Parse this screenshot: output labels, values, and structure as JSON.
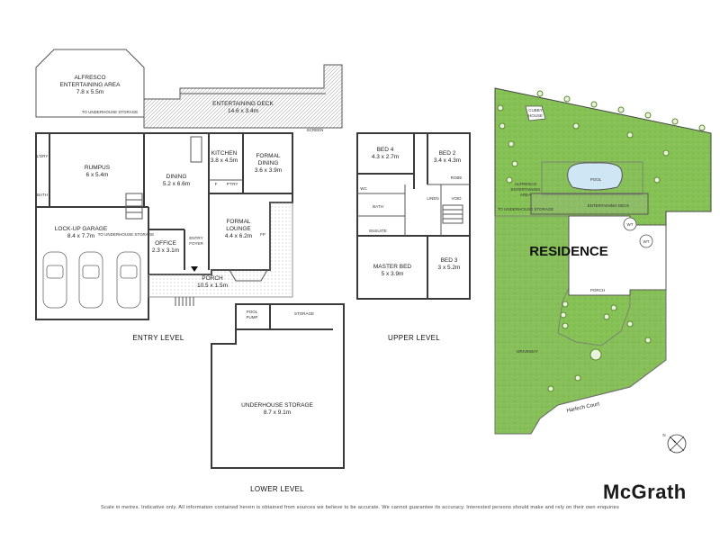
{
  "entry_level": {
    "label": "ENTRY LEVEL",
    "rooms": [
      {
        "id": "alfresco",
        "name": "ALFRESCO",
        "sub": "ENTERTAINING AREA",
        "dim": "7.8 x 5.5m"
      },
      {
        "id": "entertaining-deck",
        "name": "ENTERTAINING DECK",
        "dim": "14.6 x 3.4m"
      },
      {
        "id": "rumpus",
        "name": "RUMPUS",
        "dim": "6 x 5.4m"
      },
      {
        "id": "dining",
        "name": "DINING",
        "dim": "5.2 x 6.6m"
      },
      {
        "id": "kitchen",
        "name": "KITCHEN",
        "dim": "3.8 x 4.5m"
      },
      {
        "id": "formal-dining",
        "name": "FORMAL",
        "sub": "DINING",
        "dim": "3.6 x 3.9m"
      },
      {
        "id": "formal-lounge",
        "name": "FORMAL",
        "sub": "LOUNGE",
        "dim": "4.4 x 6.2m"
      },
      {
        "id": "lockup-garage",
        "name": "LOCK-UP GARAGE",
        "dim": "8.4 x 7.7m"
      },
      {
        "id": "office",
        "name": "OFFICE",
        "dim": "2.3 x 3.1m"
      },
      {
        "id": "porch",
        "name": "PORCH",
        "dim": "10.5 x 1.5m"
      }
    ],
    "small_labels": {
      "to_underhouse_storage": "TO UNDERHOUSE STORAGE",
      "to_underhouse_storage_2": "TO UNDERHOUSE STORAGE",
      "ldry": "L'DRY",
      "bath": "BATH",
      "entry": "ENTRY",
      "foyer": "FOYER",
      "f": "F",
      "ptry": "P'TRY",
      "fp": "FP",
      "screen": "SCREEN"
    }
  },
  "upper_level": {
    "label": "UPPER LEVEL",
    "rooms": [
      {
        "id": "bed4",
        "name": "BED 4",
        "dim": "4.3 x 2.7m"
      },
      {
        "id": "bed2",
        "name": "BED 2",
        "dim": "3.4 x 4.3m"
      },
      {
        "id": "master-bed",
        "name": "MASTER BED",
        "dim": "5 x 3.9m"
      },
      {
        "id": "bed3",
        "name": "BED 3",
        "dim": "3 x 5.2m"
      }
    ],
    "small_labels": {
      "wc": "WC",
      "bath": "BATH",
      "ensuite": "ENSUITE",
      "linen": "LINEN",
      "void": "VOID",
      "robe": "ROBE"
    }
  },
  "lower_level": {
    "label": "LOWER LEVEL",
    "rooms": [
      {
        "id": "underhouse-storage",
        "name": "UNDERHOUSE STORAGE",
        "dim": "8.7 x 9.1m"
      }
    ],
    "small_labels": {
      "pool": "POOL",
      "pump": "PUMP",
      "storage": "STORAGE"
    }
  },
  "site_plan": {
    "labels": {
      "cubby_house": "CUBBY HOUSE",
      "cubby": "CUBBY",
      "house": "HOUSE",
      "pool": "POOL",
      "alfresco": "ALFRESCO",
      "entertaining": "ENTERTAINING",
      "area": "AREA",
      "to_underhouse_storage": "TO UNDERHOUSE STORAGE",
      "entertaining_deck": "ENTERTAINING DECK",
      "residence": "RESIDENCE",
      "porch": "PORCH",
      "driveway": "DRIVEWAY",
      "street": "Harlech Court",
      "wt": "WT"
    }
  },
  "compass": {
    "north": "N"
  },
  "brand": "McGrath",
  "disclaimer": "Scale in metres. Indicative only. All information contained herein is obtained from sources we believe to be accurate. We cannot guarantee its accuracy. Interested persons should make and rely on their own enquiries",
  "colors": {
    "wall": "#3a3a3a",
    "grass": "#8cc55a",
    "tree": "#5b8a2e",
    "pool": "#cfe6f5"
  }
}
